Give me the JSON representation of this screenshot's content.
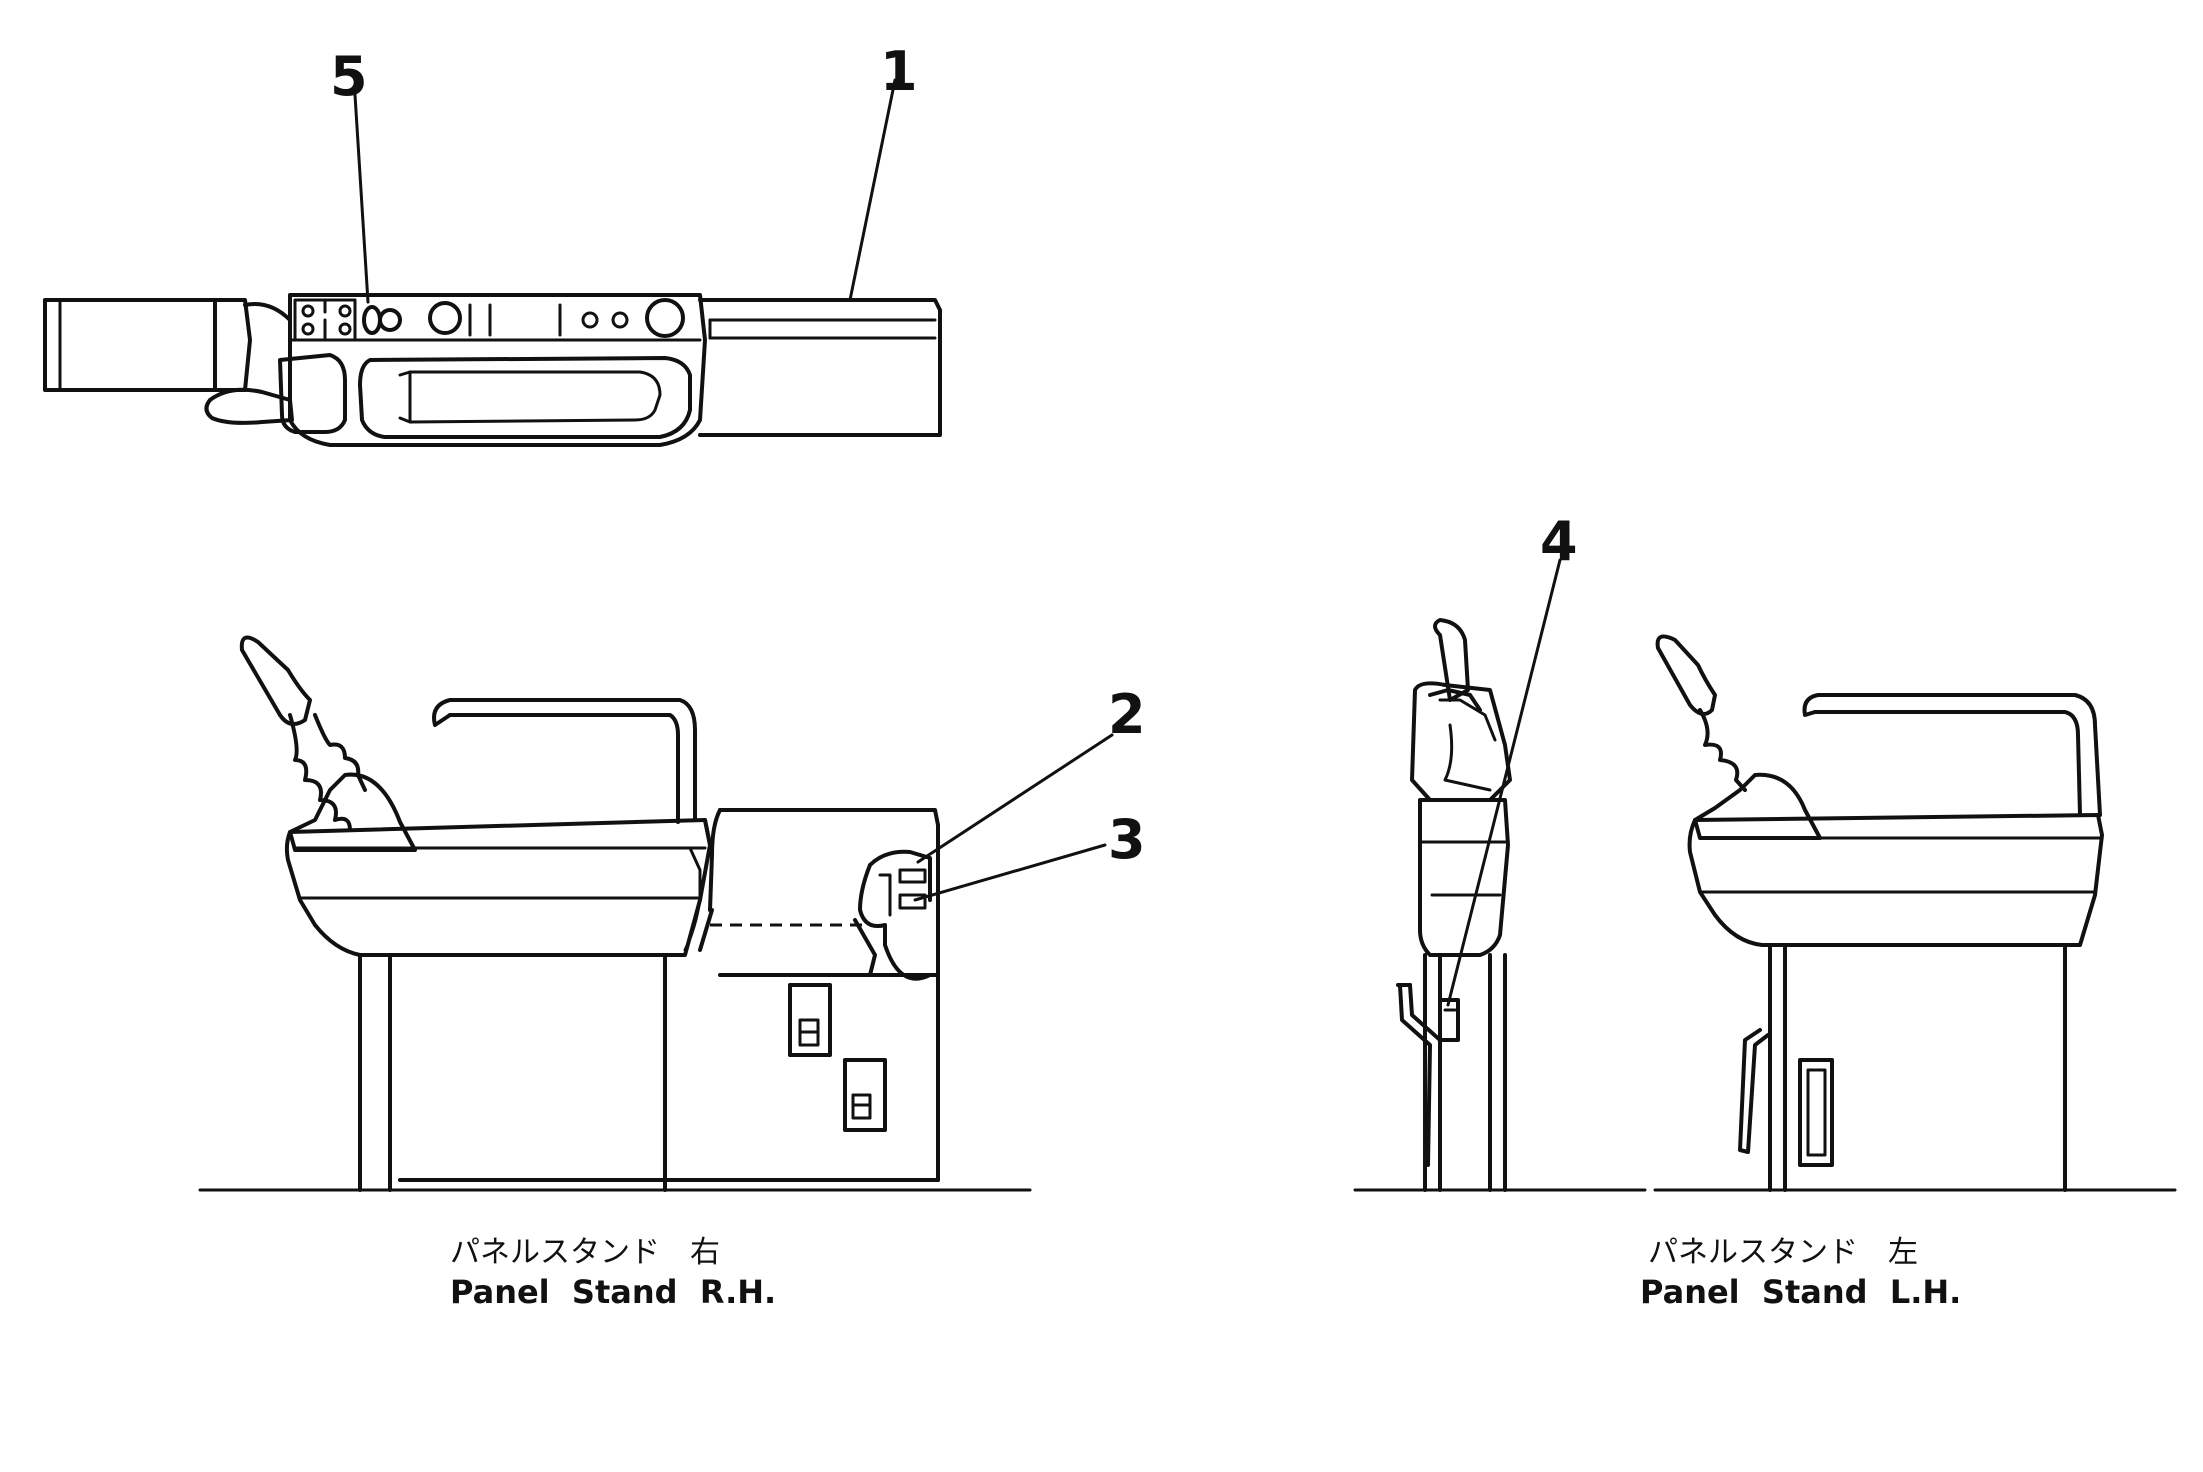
{
  "callouts": [
    "1",
    "2",
    "3",
    "4",
    "5"
  ],
  "captions": {
    "right": {
      "jp": "パネルスタンド　右",
      "en": "Panel  Stand  R.H."
    },
    "left": {
      "jp": "パネルスタンド　左",
      "en": "Panel  Stand  L.H."
    }
  }
}
